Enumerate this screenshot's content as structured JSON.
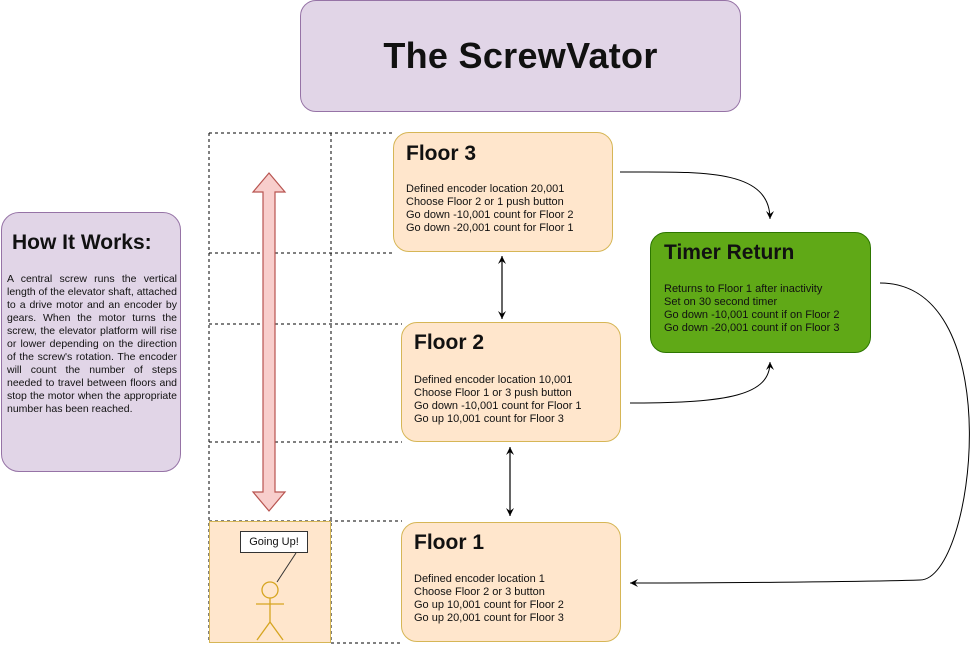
{
  "title": "The ScrewVator",
  "how_it_works": {
    "heading": "How It Works:",
    "body": "A central screw runs the vertical length of the elevator shaft, attached to a drive motor and an encoder by gears. When the motor turns the screw, the elevator platform will rise or lower depending on the direction of the screw's rotation. The encoder will count the number of steps needed to travel between floors and stop the motor when the appropriate number has been reached."
  },
  "floors": [
    {
      "title": "Floor 3",
      "lines": [
        "Defined encoder location 20,001",
        "Choose Floor 2 or 1 push button",
        "Go down -10,001 count for Floor 2",
        "Go down -20,001 count for Floor 1"
      ]
    },
    {
      "title": "Floor 2",
      "lines": [
        "Defined encoder location 10,001",
        "Choose Floor 1 or 3 push button",
        "Go down -10,001 count for Floor 1",
        "Go up 10,001 count for Floor 3"
      ]
    },
    {
      "title": "Floor 1",
      "lines": [
        "Defined encoder location 1",
        "Choose Floor 2 or 3 button",
        "Go up 10,001 count for Floor 2",
        "Go up 20,001 count for Floor 3"
      ]
    }
  ],
  "timer": {
    "title": "Timer Return",
    "lines": [
      "Returns to Floor 1 after inactivity",
      "Set on 30 second timer",
      "Go down -10,001 count if on Floor 2",
      "Go down -20,001 count if on Floor 3"
    ]
  },
  "speech_bubble": "Going Up!",
  "colors": {
    "title_fill": "#e1d5e7",
    "floor_fill": "#ffe6cc",
    "timer_fill": "#60a917",
    "shaft_arrow_fill": "#f8cecc",
    "shaft_arrow_stroke": "#b85450"
  }
}
